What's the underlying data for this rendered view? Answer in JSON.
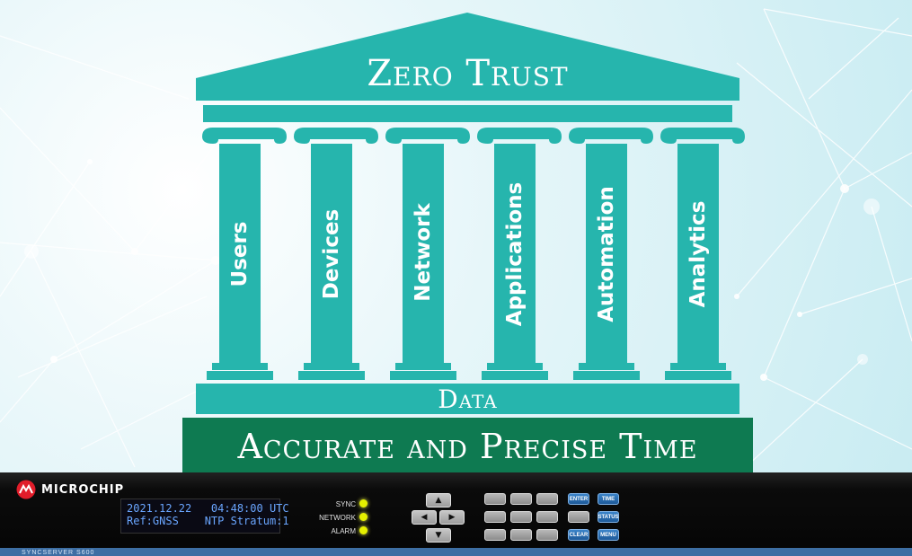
{
  "temple": {
    "title": "Zero Trust",
    "pillars": [
      "Users",
      "Devices",
      "Network",
      "Applications",
      "Automation",
      "Analytics"
    ],
    "base_label": "Data",
    "foundation_label": "Accurate and Precise Time"
  },
  "device": {
    "brand": "MICROCHIP",
    "display": {
      "line1": "2021.12.22   04:48:00 UTC",
      "line2": "Ref:GNSS    NTP Stratum:1"
    },
    "indicators": [
      "SYNC",
      "NETWORK",
      "ALARM"
    ],
    "keys": {
      "enter": "ENTER",
      "time": "TIME",
      "status": "STATUS",
      "clear": "CLEAR",
      "menu": "MENU"
    },
    "model_label": "SYNCSERVER   S600"
  },
  "colors": {
    "temple_teal": "#26b5ad",
    "foundation_green": "#0e7a51",
    "led_yellow": "#e6f000",
    "key_blue": "#2a72b8"
  }
}
